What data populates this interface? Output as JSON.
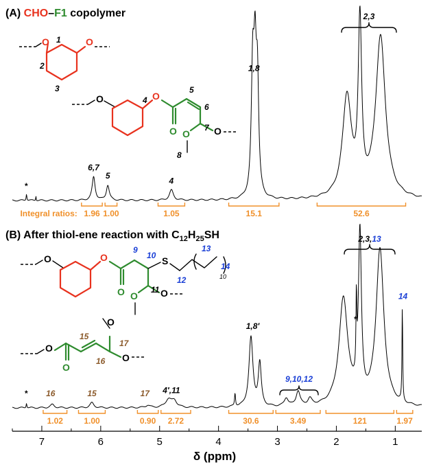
{
  "chart_data": {
    "type": "line",
    "xlabel": "δ (ppm)",
    "xlim": [
      7.5,
      0.55
    ],
    "xticks": [
      "7",
      "6",
      "5",
      "4",
      "3",
      "2",
      "1"
    ],
    "panels": [
      {
        "title_prefix": "(A) ",
        "title_cho": "CHO",
        "title_dash": "–",
        "title_f1": "F1",
        "title_rest": " copolymer",
        "peaks": [
          {
            "center": 7.26,
            "height": 0.04,
            "width": 0.008
          },
          {
            "center": 7.1,
            "height": 0.03,
            "width": 0.005
          },
          {
            "center": 6.12,
            "height": 0.14,
            "width": 0.03
          },
          {
            "center": 5.88,
            "height": 0.09,
            "width": 0.03
          },
          {
            "center": 4.8,
            "height": 0.06,
            "width": 0.04
          },
          {
            "center": 3.42,
            "height": 0.72,
            "width": 0.028
          },
          {
            "center": 3.38,
            "height": 0.7,
            "width": 0.026
          },
          {
            "center": 3.34,
            "height": 0.64,
            "width": 0.026
          },
          {
            "center": 1.82,
            "height": 0.6,
            "width": 0.09
          },
          {
            "center": 1.6,
            "height": 1.0,
            "width": 0.035
          },
          {
            "center": 1.25,
            "height": 0.96,
            "width": 0.1
          }
        ],
        "labels": [
          {
            "text": "*",
            "x": 7.27,
            "h": 0.07,
            "color": "#000000"
          },
          {
            "text": "6,7",
            "x": 6.12,
            "h": 0.18,
            "color": "#000000"
          },
          {
            "text": "5",
            "x": 5.88,
            "h": 0.13,
            "color": "#000000"
          },
          {
            "text": "4",
            "x": 4.8,
            "h": 0.1,
            "color": "#000000"
          },
          {
            "text": "1,8",
            "x": 3.4,
            "h": 0.77,
            "color": "#000000"
          }
        ],
        "bracket_label": "2,3",
        "integrals": [
          {
            "from": 6.35,
            "to": 5.95,
            "value": "1.96"
          },
          {
            "from": 5.95,
            "to": 5.7,
            "value": "1.00"
          },
          {
            "from": 5.05,
            "to": 4.55,
            "value": "1.05"
          },
          {
            "from": 3.85,
            "to": 2.95,
            "value": "15.1"
          },
          {
            "from": 2.35,
            "to": 0.8,
            "value": "52.6"
          }
        ],
        "integral_prefix": "Integral ratios: "
      },
      {
        "title_prefix": "(B) ",
        "title_rest": "After thiol-ene reaction with C",
        "title_sub1": "12",
        "title_mid": "H",
        "title_sub2": "25",
        "title_end": "SH",
        "peaks": [
          {
            "center": 7.26,
            "height": 0.03,
            "width": 0.008
          },
          {
            "center": 6.82,
            "height": 0.02,
            "width": 0.04
          },
          {
            "center": 6.15,
            "height": 0.03,
            "width": 0.04
          },
          {
            "center": 5.2,
            "height": 0.015,
            "width": 0.04
          },
          {
            "center": 4.85,
            "height": 0.05,
            "width": 0.06
          },
          {
            "center": 4.75,
            "height": 0.04,
            "width": 0.05
          },
          {
            "center": 3.72,
            "height": 0.08,
            "width": 0.01
          },
          {
            "center": 3.45,
            "height": 0.42,
            "width": 0.04
          },
          {
            "center": 3.3,
            "height": 0.26,
            "width": 0.03
          },
          {
            "center": 2.85,
            "height": 0.05,
            "width": 0.04
          },
          {
            "center": 2.65,
            "height": 0.09,
            "width": 0.04
          },
          {
            "center": 2.45,
            "height": 0.04,
            "width": 0.04
          },
          {
            "center": 1.88,
            "height": 0.65,
            "width": 0.09
          },
          {
            "center": 1.66,
            "height": 0.45,
            "width": 0.008
          },
          {
            "center": 1.6,
            "height": 1.0,
            "width": 0.03
          },
          {
            "center": 1.26,
            "height": 0.95,
            "width": 0.08
          },
          {
            "center": 0.88,
            "height": 0.58,
            "width": 0.007
          }
        ],
        "labels": [
          {
            "text": "*",
            "x": 7.27,
            "h": 0.07,
            "color": "#000000"
          },
          {
            "text": "16",
            "x": 6.85,
            "h": 0.07,
            "color": "#8b5a2b"
          },
          {
            "text": "15",
            "x": 6.15,
            "h": 0.07,
            "color": "#8b5a2b"
          },
          {
            "text": "17",
            "x": 5.25,
            "h": 0.07,
            "color": "#8b5a2b"
          },
          {
            "text": "4′,11",
            "x": 4.8,
            "h": 0.09,
            "color": "#000000"
          },
          {
            "text": "1,8′",
            "x": 3.42,
            "h": 0.48,
            "color": "#000000"
          },
          {
            "text": "*",
            "x": 1.68,
            "h": 0.52,
            "color": "#000000"
          },
          {
            "text": "14",
            "x": 0.87,
            "h": 0.66,
            "color": "#1a3fd6"
          }
        ],
        "group_label": "9,10,12",
        "bracket_label_a": "2,3,",
        "bracket_label_b": "13",
        "integrals": [
          {
            "from": 7.0,
            "to": 6.55,
            "value": "1.02"
          },
          {
            "from": 6.4,
            "to": 5.9,
            "value": "1.00"
          },
          {
            "from": 5.4,
            "to": 5.0,
            "value": "0.90"
          },
          {
            "from": 5.0,
            "to": 4.45,
            "value": "2.72"
          },
          {
            "from": 3.85,
            "to": 3.05,
            "value": "30.6"
          },
          {
            "from": 3.05,
            "to": 2.25,
            "value": "3.49"
          },
          {
            "from": 2.2,
            "to": 1.0,
            "value": "121"
          },
          {
            "from": 1.0,
            "to": 0.68,
            "value": "1.97"
          }
        ]
      }
    ],
    "structure_labels": {
      "a_ring": [
        "1",
        "2",
        "3"
      ],
      "a_unit": [
        "4",
        "5",
        "6",
        "7",
        "8"
      ],
      "b_unit": [
        "9",
        "10",
        "11",
        "12",
        "13",
        "14",
        "10"
      ],
      "b_unit2": [
        "15",
        "16",
        "17"
      ],
      "atom_o": "O",
      "atom_s": "S"
    }
  }
}
